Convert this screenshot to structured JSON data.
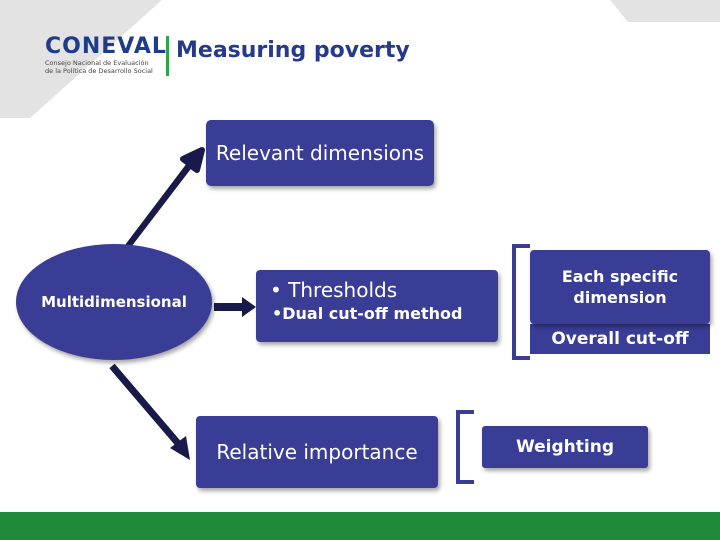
{
  "header": {
    "logo_text": "CONEVAL",
    "logo_subtitle_line1": "Consejo Nacional de Evaluación",
    "logo_subtitle_line2": "de la Política de Desarrollo Social",
    "title": "Measuring poverty"
  },
  "diagram": {
    "root": "Multidimensional",
    "relevant": "Relevant dimensions",
    "thresholds_bullet1": "• Thresholds",
    "thresholds_bullet2": "•Dual cut-off method",
    "specific": "Each specific dimension",
    "overall": "Overall cut-off",
    "relative": "Relative importance",
    "weighting": "Weighting"
  },
  "colors": {
    "box_fill": "#3a3d96",
    "title_color": "#253a8a",
    "accent_green": "#1e8a3a",
    "corner_gray": "#e6e6e6",
    "arrow_color": "#1a1a4a"
  }
}
